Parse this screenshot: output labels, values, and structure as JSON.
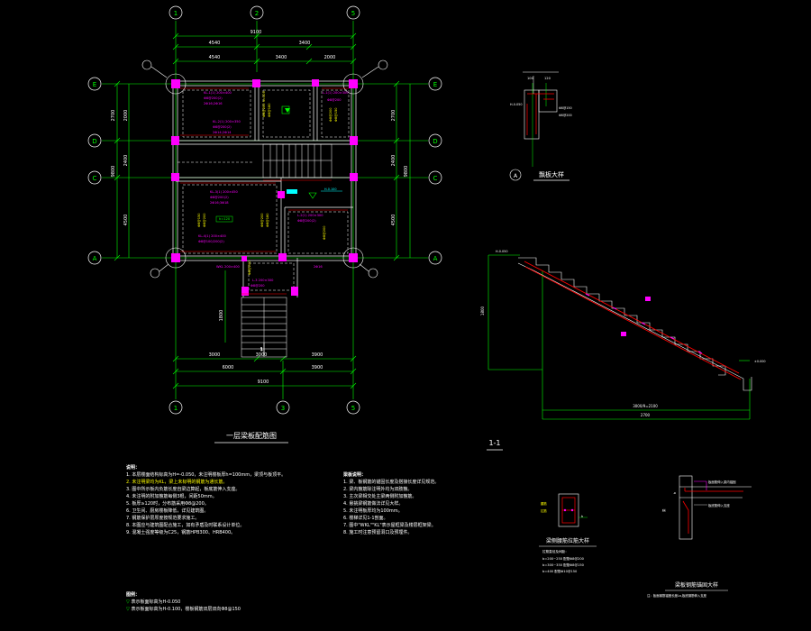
{
  "colors": {
    "background": "#000000",
    "axis": "#00ff00",
    "grid_bubble": "#ffffff",
    "wall": "#ffffff",
    "beam": "#ff00ff",
    "column": "#ff00ff",
    "rebar": "#ff0000",
    "slab_text": "#ffff00",
    "stair": "#ffffff",
    "cyan": "#00ffff"
  },
  "axes": {
    "top": [
      "1",
      "2",
      "5"
    ],
    "bottom": [
      "1",
      "3",
      "5"
    ],
    "left": [
      "E",
      "D",
      "C",
      "A"
    ],
    "right": [
      "E",
      "D",
      "C",
      "A"
    ]
  },
  "dimensions": {
    "top_total": "9100",
    "top_row1": [
      "4540",
      "3400"
    ],
    "top_row2": [
      "4540",
      "3400",
      "2000"
    ],
    "bottom_row1": [
      "3000",
      "3000",
      "3900"
    ],
    "bottom_row2": [
      "6000",
      "3900"
    ],
    "bottom_total": "9100",
    "left": [
      "2000",
      "2700",
      "2400",
      "4500"
    ],
    "left_total": "9800",
    "right": [
      "2700",
      "2400",
      "4500"
    ],
    "stair_height": "1800"
  },
  "titles": {
    "plan": "一层梁板配筋图",
    "section": "1-1",
    "detail_a": "飘板大样",
    "detail_beam": "梁侧腰筋拉筋大样",
    "detail_slab": "梁板钢筋锚固大样"
  },
  "section_dims": {
    "run": "3000/9=2100",
    "total": "2700",
    "height": "1800"
  },
  "notes_left": [
    "说明：",
    "1. 本层楼面结构标高为H=-0.050，未注明楼板厚h=100mm，梁顶与板顶平。",
    "2. 未注明梁均为KL，梁上未标明的钢筋为通长筋。",
    "3. 图中所示板内负筋长度自梁边算起，板底筋伸入支座。",
    "4. 未注明的附加箍筋每侧3根，间距50mm。",
    "5. 板厚≥120时，分布筋采用Φ8@200。",
    "6. 卫生间、厨房楼板降低，详见建筑图。",
    "7. 钢筋保护层厚度按规范要求施工。",
    "8. 本图应与建筑图配合施工，如有矛盾及时联系设计单位。",
    "9. 混凝土强度等级为C25，钢筋HPB300、HRB400。"
  ],
  "notes_left_extra": [
    "图例：",
    "表示板面标高为H-0.050",
    "表示板面标高为H-0.100，楼板钢筋双层双向Φ8@150"
  ],
  "notes_right": [
    "梁板说明：",
    "1. 梁、板钢筋的锚固长度及搭接长度详见规范。",
    "2. 梁内箍筋除注明外均为双肢箍。",
    "3. 主次梁相交处主梁两侧附加箍筋。",
    "4. 悬挑梁钢筋做法详见大样。",
    "5. 未注明板厚均为100mm。",
    "6. 楼梯详见1-1剖面。",
    "7. 图中\"WKL\"\"KL\"表示屋框梁及楼层框架梁。",
    "8. 施工时注意预留洞口及预埋件。"
  ],
  "beam_table": [
    "b=200~250 配筋Φ8@200",
    "b=300~350 配筋Φ8@150",
    "b=400 配筋Φ10@150"
  ],
  "slab_detail_labels": [
    "板面筋伸入梁内锚固",
    "板底筋伸入支座"
  ],
  "slab_detail_note": "注：板面钢筋锚固长度La,板底钢筋伸入支座"
}
